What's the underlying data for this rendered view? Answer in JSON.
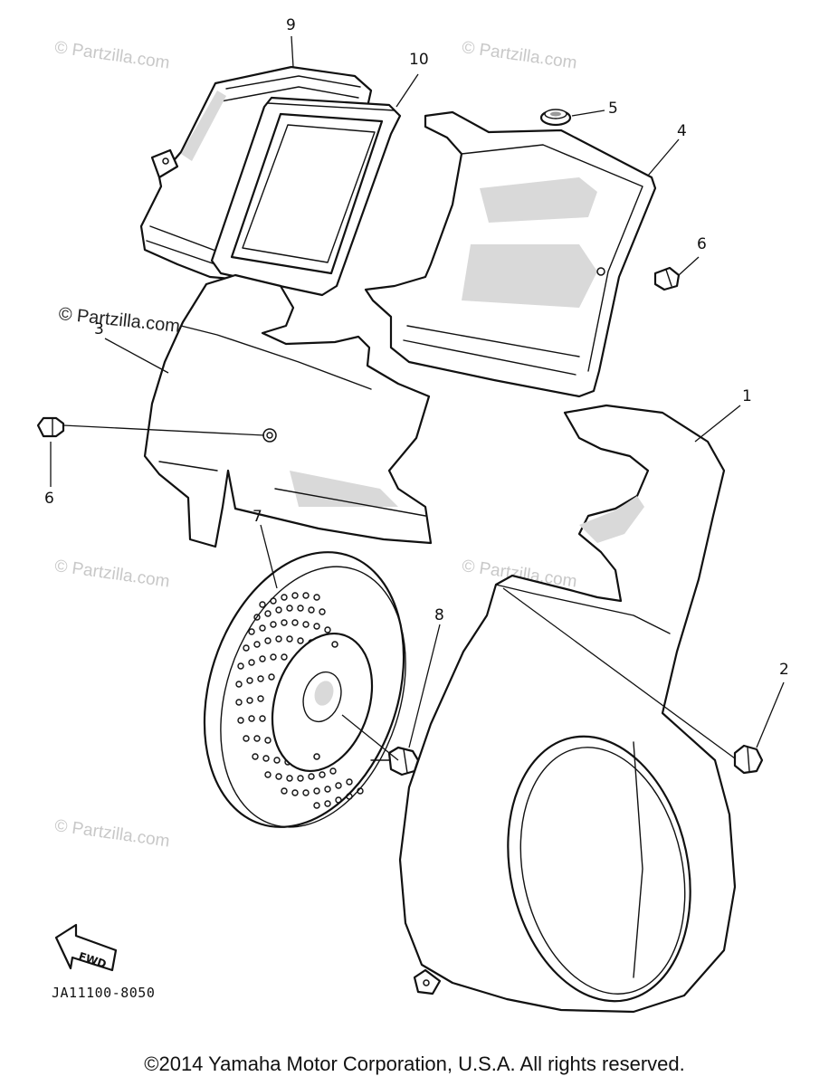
{
  "diagram": {
    "callouts": [
      {
        "id": "9",
        "label": "9"
      },
      {
        "id": "10",
        "label": "10"
      },
      {
        "id": "5",
        "label": "5"
      },
      {
        "id": "4",
        "label": "4"
      },
      {
        "id": "6a",
        "label": "6"
      },
      {
        "id": "3",
        "label": "3"
      },
      {
        "id": "6b",
        "label": "6"
      },
      {
        "id": "1",
        "label": "1"
      },
      {
        "id": "7",
        "label": "7"
      },
      {
        "id": "8",
        "label": "8"
      },
      {
        "id": "2",
        "label": "2"
      }
    ],
    "fwd_label": "FWD",
    "diagram_code": "JA11100-8050",
    "copyright": "©2014  Yamaha Motor Corporation, U.S.A. All rights reserved."
  },
  "watermarks": {
    "light_text": "© Partzilla.com",
    "dark_text": "© Partzilla.com"
  },
  "colors": {
    "line": "#111111",
    "watermark": "#c8c8c8",
    "background": "#ffffff"
  }
}
